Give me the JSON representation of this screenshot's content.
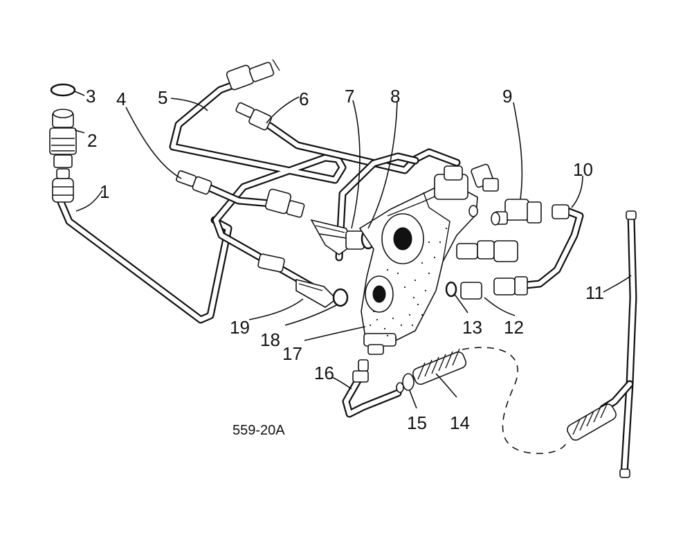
{
  "diagram": {
    "drawing_code": "559-20A",
    "callouts": [
      "1",
      "2",
      "3",
      "4",
      "5",
      "6",
      "7",
      "8",
      "9",
      "10",
      "11",
      "12",
      "13",
      "14",
      "15",
      "16",
      "17",
      "18",
      "19"
    ]
  }
}
